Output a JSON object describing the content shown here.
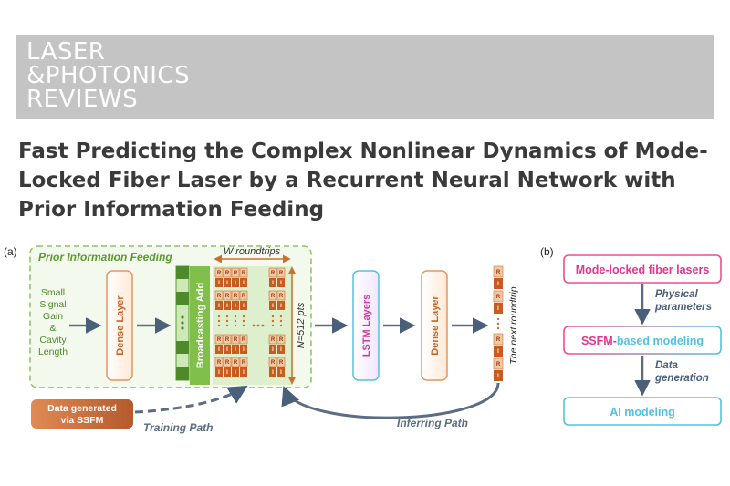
{
  "journal": {
    "line1": "LASER",
    "line2": "&PHOTONICS",
    "line3": "REVIEWS"
  },
  "article_title": "Fast Predicting the Complex Nonlinear Dynamics of Mode-Locked Fiber Laser by a Recurrent Neural Network with Prior Information Feeding",
  "figure": {
    "panel_a_label": "(a)",
    "panel_b_label": "(b)",
    "prior_info_title": "Prior Information Feeding",
    "inputs": [
      "Small",
      "Signal",
      "Gain",
      "&",
      "Cavity",
      "Length"
    ],
    "dense_layer_1": "Dense Layer",
    "broadcasting_add": "Broadcasting Add",
    "w_roundtrips": "W roundtrips",
    "n_points": "N=512 pts",
    "lstm_layers": "LSTM Layers",
    "dense_layer_2": "Dense Layer",
    "next_roundtrip": "The next roundtrip",
    "data_generated": [
      "Data generated",
      "via SSFM"
    ],
    "training_path": "Training Path",
    "inferring_path": "Inferring Path",
    "cell_r": "R",
    "cell_i": "I",
    "flow": {
      "box1": "Mode-locked fiber lasers",
      "arrow1": [
        "Physical",
        "parameters"
      ],
      "box2_part1": "SSFM-",
      "box2_part2": "based modeling",
      "arrow2": [
        "Data",
        "generation"
      ],
      "box3": "AI modeling"
    },
    "colors": {
      "green": "#5b9a2e",
      "orange": "#cc6f2e",
      "magenta": "#e0368c",
      "cyan": "#52c2e0",
      "pink": "#e8508f",
      "blue_gray": "#5a6d82",
      "dashed": "#6fbf4c"
    }
  }
}
